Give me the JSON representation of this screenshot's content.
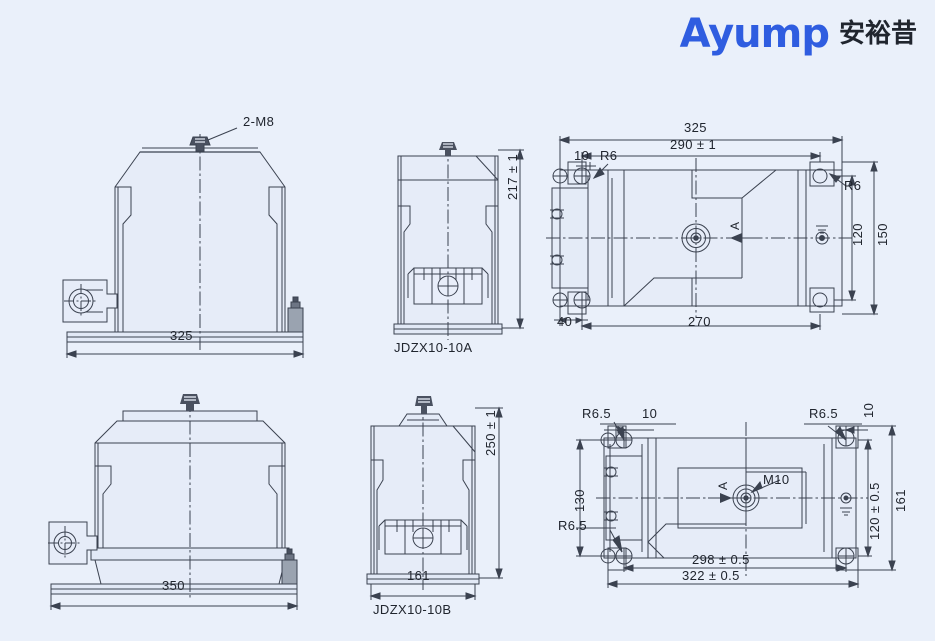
{
  "brand": {
    "logo_text": "Ayump",
    "logo_text_cn": "安裕昔",
    "logo_color": "#2f5de0",
    "logo_cn_color": "#20252e"
  },
  "page": {
    "background_color": "#eaf0fa",
    "line_color": "#3b4250",
    "fill_color": "#e4ebf7"
  },
  "drawings": [
    {
      "id": "top-left-front-view",
      "title": "",
      "labels": {
        "thread_callout": "2-M8",
        "width_dim": "325"
      }
    },
    {
      "id": "top-middle-side-view",
      "title": "JDZX10-10A",
      "labels": {
        "height_dim": "217 ± 1"
      }
    },
    {
      "id": "top-right-plan-view",
      "title": "",
      "labels": {
        "overall_width": "325",
        "mount_width": "290 ± 1",
        "slot_len": "10",
        "radius_left": "R6",
        "radius_right": "R6",
        "inner_height": "120",
        "outer_height": "150",
        "edge_offset": "40",
        "body_len": "270",
        "section_marker": "A"
      }
    },
    {
      "id": "bottom-left-front-view",
      "title": "",
      "labels": {
        "width_dim": "350"
      }
    },
    {
      "id": "bottom-middle-side-view",
      "title": "JDZX10-10B",
      "labels": {
        "height_dim": "250 ± 1",
        "width_dim": "161"
      }
    },
    {
      "id": "bottom-right-plan-view",
      "title": "",
      "labels": {
        "radius_top_left": "R6.5",
        "slot_top_left": "10",
        "radius_top_right": "R6.5",
        "slot_top_right": "10",
        "radius_bottom_left": "R6.5",
        "left_height": "130",
        "thread_callout": "M10",
        "inner_height": "120 ± 0.5",
        "outer_height": "161",
        "mount_width": "298 ± 0.5",
        "overall_width": "322 ± 0.5",
        "section_marker": "A"
      }
    }
  ]
}
